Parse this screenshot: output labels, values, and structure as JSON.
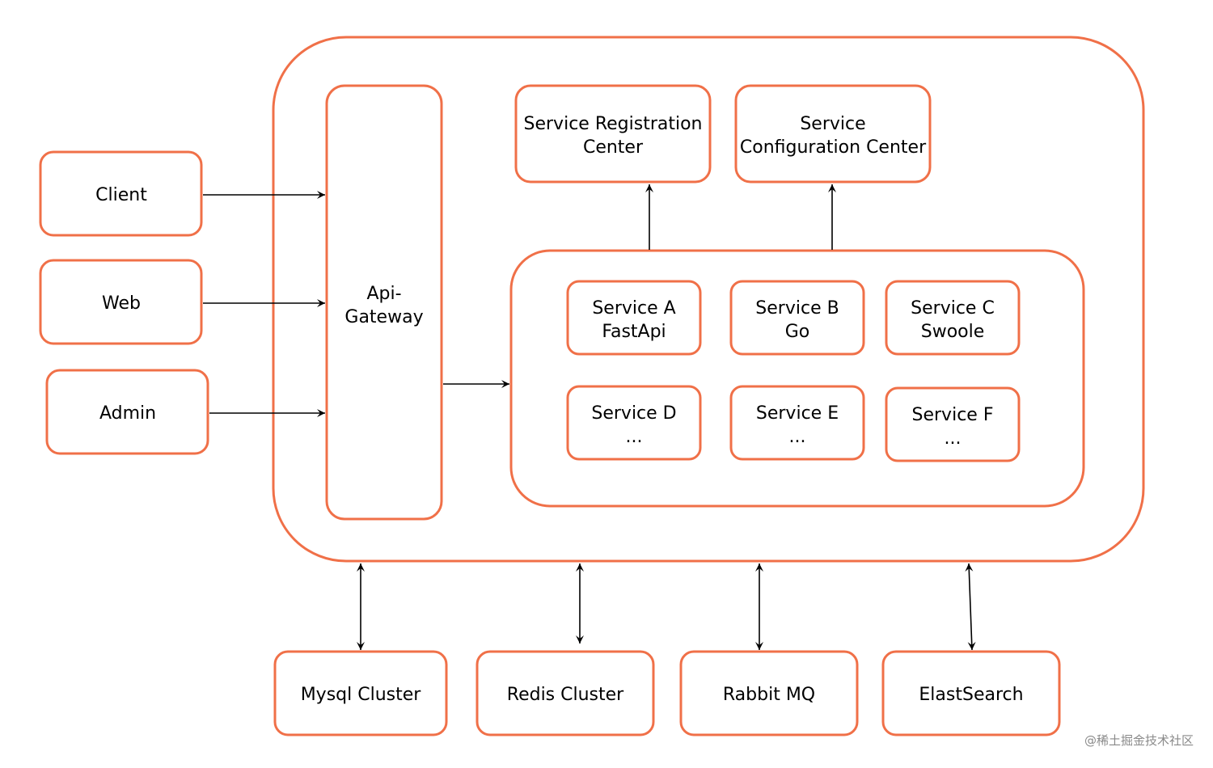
{
  "colors": {
    "box_stroke": "#f07048",
    "arrow": "#000000",
    "text": "#000000"
  },
  "clients": {
    "client": "Client",
    "web": "Web",
    "admin": "Admin"
  },
  "gateway": {
    "line1": "Api-",
    "line2": "Gateway"
  },
  "centers": {
    "registration": {
      "line1": "Service Registration",
      "line2": "Center"
    },
    "configuration": {
      "line1": "Service",
      "line2": "Configuration Center"
    }
  },
  "services": {
    "a": {
      "line1": "Service A",
      "line2": "FastApi"
    },
    "b": {
      "line1": "Service B",
      "line2": "Go"
    },
    "c": {
      "line1": "Service C",
      "line2": "Swoole"
    },
    "d": {
      "line1": "Service D",
      "line2": "..."
    },
    "e": {
      "line1": "Service E",
      "line2": "..."
    },
    "f": {
      "line1": "Service F",
      "line2": "..."
    }
  },
  "infrastructure": {
    "mysql": "Mysql Cluster",
    "redis": "Redis Cluster",
    "rabbit": "Rabbit MQ",
    "elastic": "ElastSearch"
  },
  "watermark": "@稀土掘金技术社区"
}
